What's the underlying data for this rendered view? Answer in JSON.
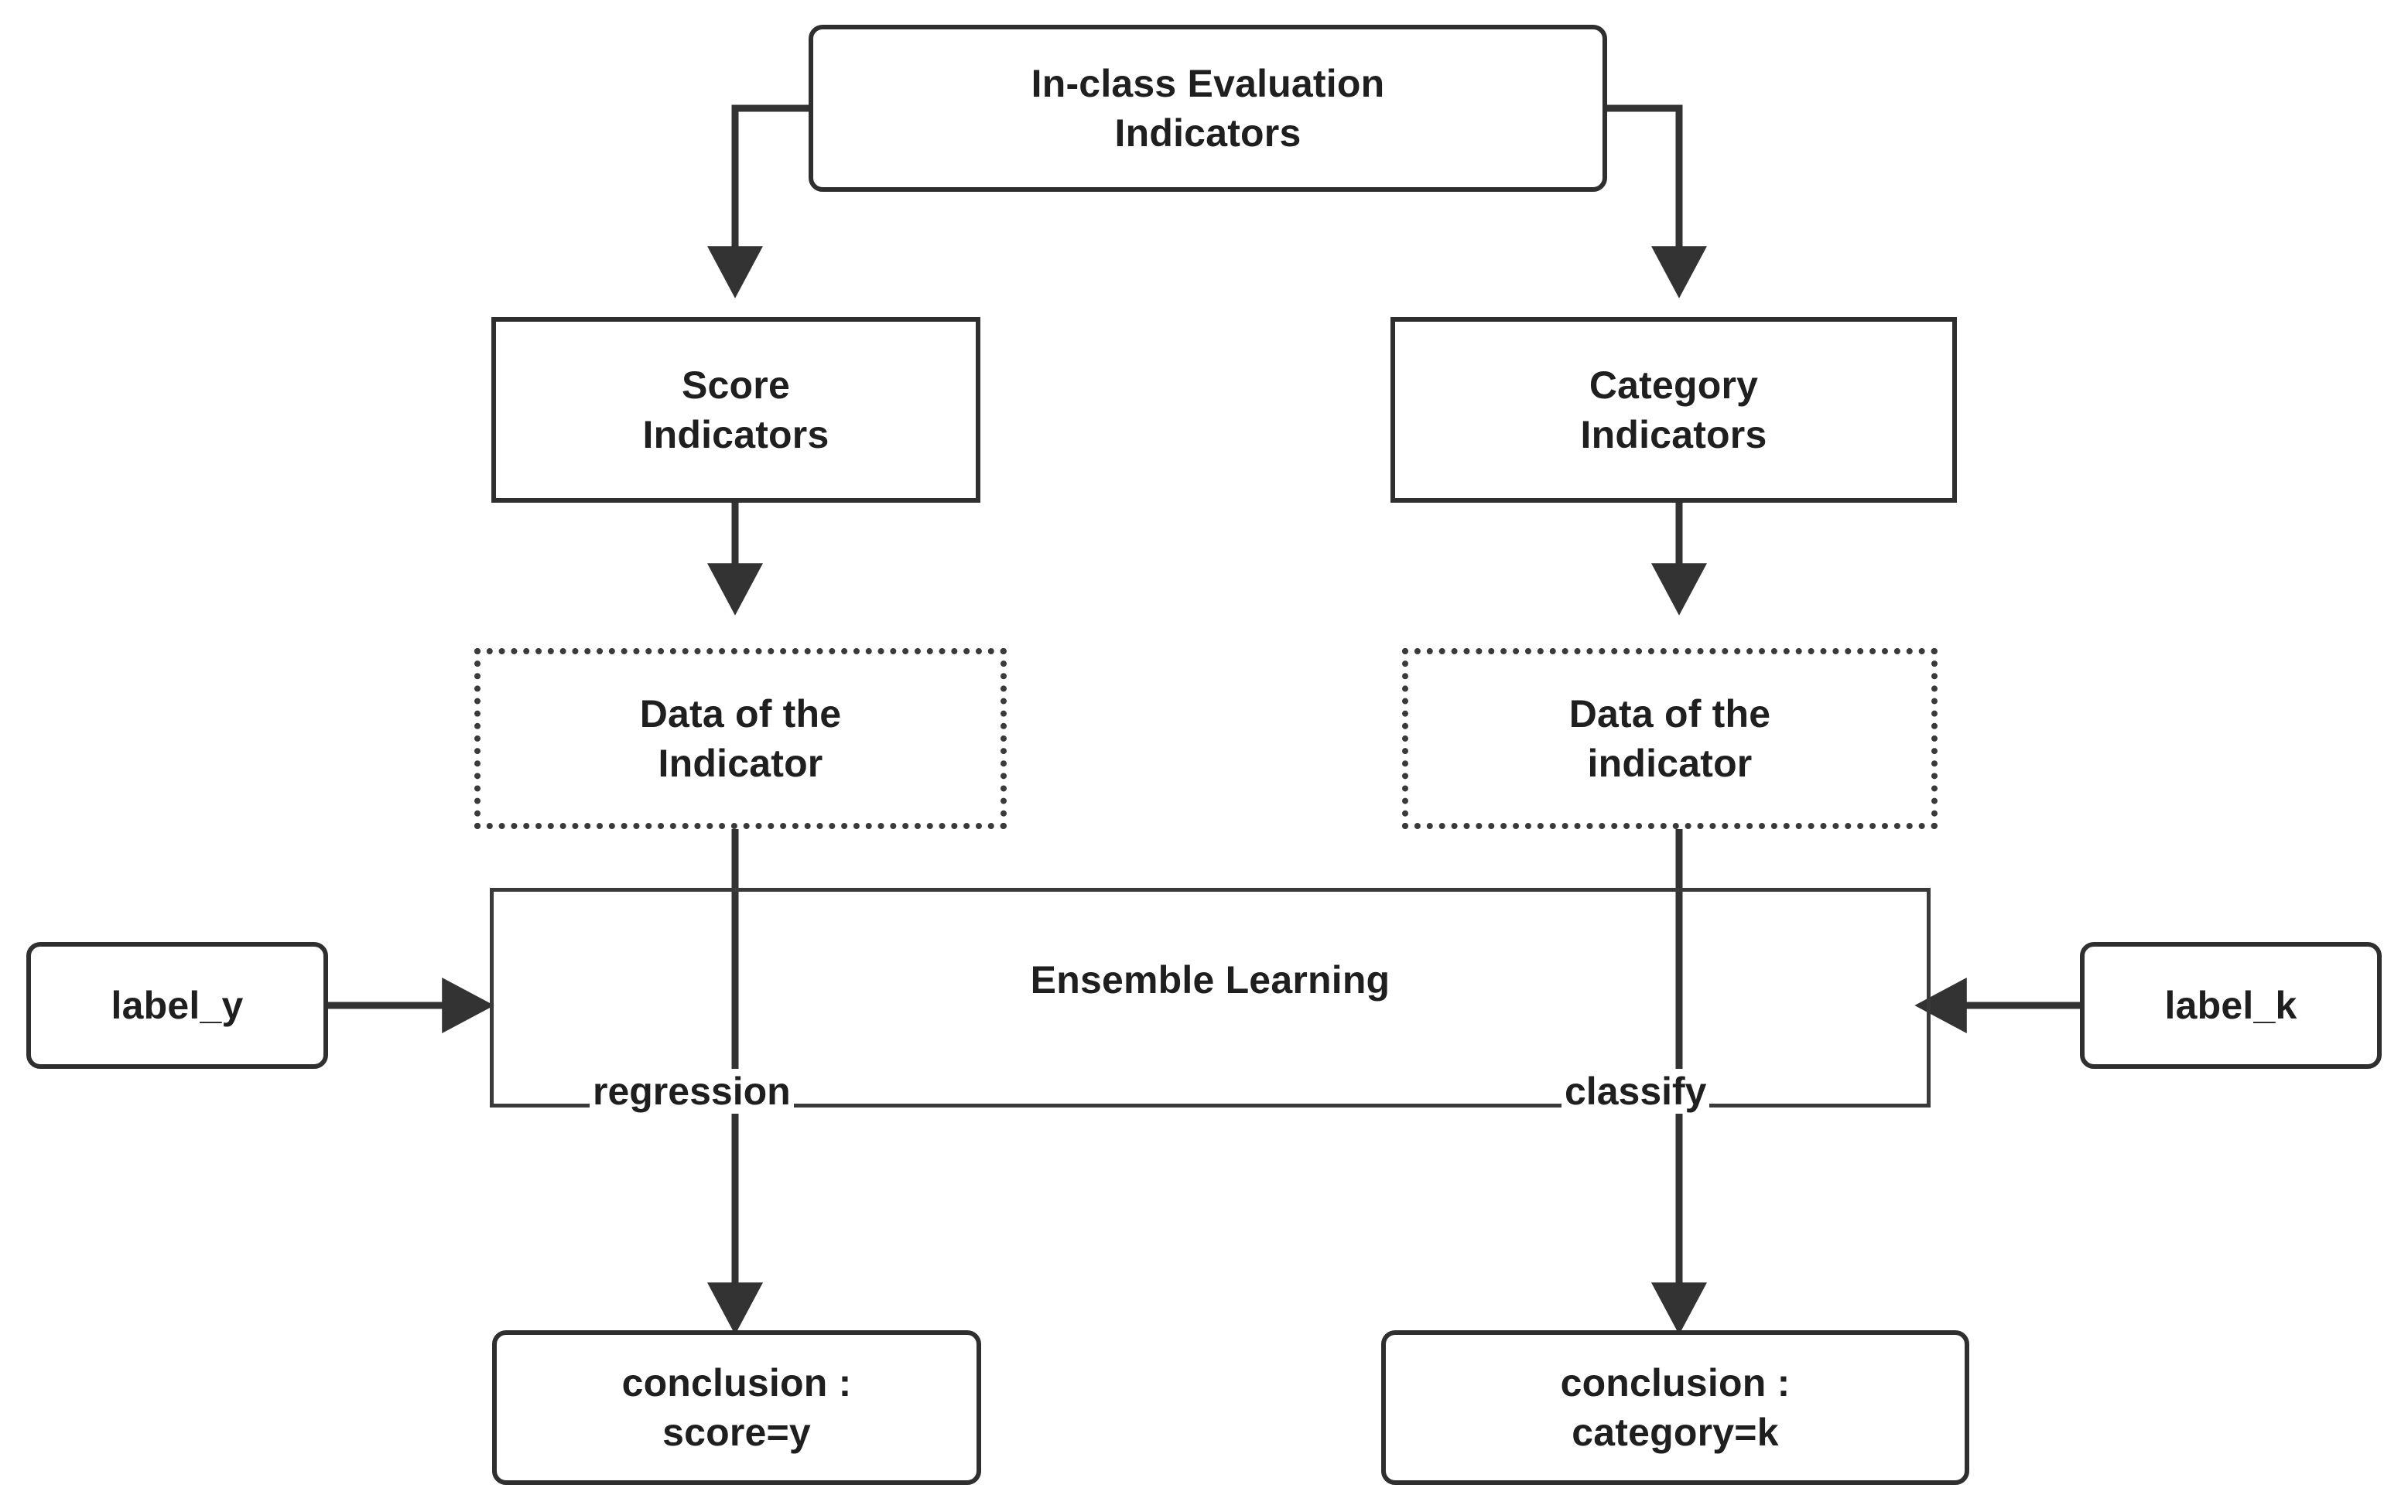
{
  "diagram": {
    "title": "In-class Evaluation Indicators ensemble learning flowchart",
    "colors": {
      "background": "#ffffff",
      "stroke": "#2f2f2f",
      "stroke_light": "#3a3a3a",
      "text": "#1f1f1f",
      "arrowhead": "#333333"
    }
  },
  "nodes": {
    "root": {
      "label": "In-class Evaluation\nIndicators",
      "shape": "rounded-rectangle"
    },
    "score_indicators": {
      "label": "Score\nIndicators",
      "shape": "rectangle"
    },
    "category_indicators": {
      "label": "Category\nIndicators",
      "shape": "rectangle"
    },
    "data_left": {
      "label": "Data of the\nIndicator",
      "shape": "dotted-rectangle"
    },
    "data_right": {
      "label": "Data of the\nindicator",
      "shape": "dotted-rectangle"
    },
    "ensemble": {
      "label": "Ensemble Learning",
      "shape": "rectangle"
    },
    "label_y": {
      "label": "label_y",
      "shape": "rounded-rectangle"
    },
    "label_k": {
      "label": "label_k",
      "shape": "rounded-rectangle"
    },
    "conclusion_left": {
      "label": "conclusion :\nscore=y",
      "shape": "rounded-rectangle"
    },
    "conclusion_right": {
      "label": "conclusion :\ncategory=k",
      "shape": "rounded-rectangle"
    }
  },
  "edge_labels": {
    "regression": "regression",
    "classify": "classify"
  }
}
